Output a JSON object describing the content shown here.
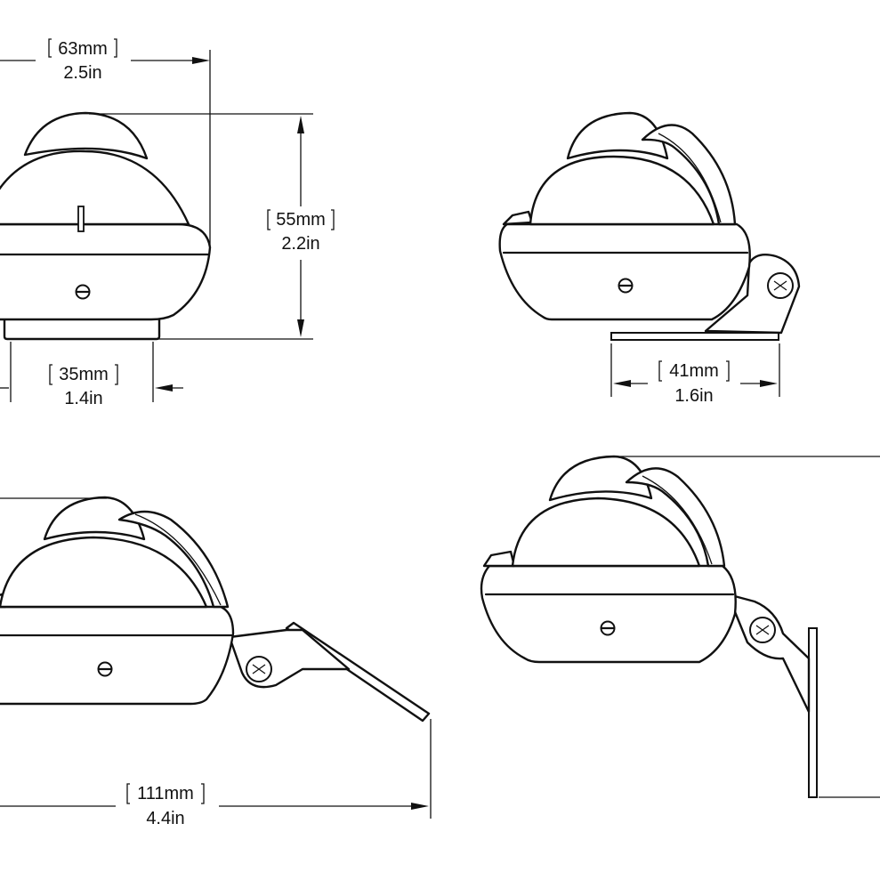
{
  "dimensions": {
    "top_width": {
      "mm": "63mm",
      "in": "2.5in"
    },
    "top_height": {
      "mm": "55mm",
      "in": "2.2in"
    },
    "base_width": {
      "mm": "35mm",
      "in": "1.4in"
    },
    "bracket_width": {
      "mm": "41mm",
      "in": "1.6in"
    },
    "total_length": {
      "mm": "111mm",
      "in": "4.4in"
    }
  }
}
